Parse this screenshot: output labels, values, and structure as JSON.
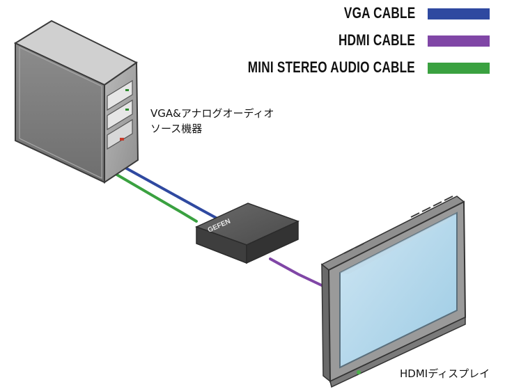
{
  "legend": [
    {
      "label": "VGA CABLE",
      "color": "#2f49a0"
    },
    {
      "label": "HDMI CABLE",
      "color": "#8046a6"
    },
    {
      "label": "MINI STEREO AUDIO CABLE",
      "color": "#3aa140"
    }
  ],
  "source": {
    "line1": "VGA&アナログオーディオ",
    "line2": "ソース機器"
  },
  "converter": {
    "brand": "GEFEN"
  },
  "display": {
    "label": "HDMIディスプレイ"
  }
}
